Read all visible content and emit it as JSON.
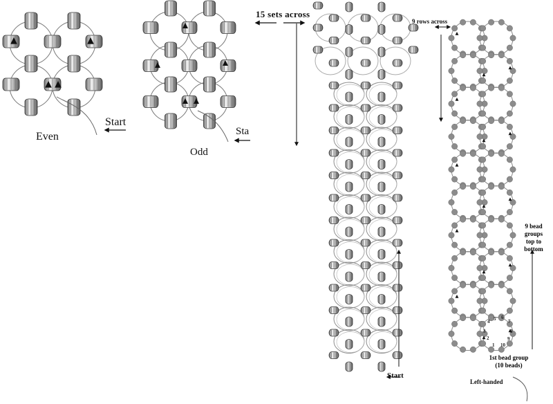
{
  "diagrams": {
    "even": {
      "label": "Even",
      "start": "Start"
    },
    "odd": {
      "label": "Odd",
      "start": "Sta"
    },
    "strip": {
      "across": "15 sets across",
      "start": "Start"
    },
    "lefthanded": {
      "rows": "9 rows across",
      "groups_lines": [
        "9 bead",
        "groups",
        "top to",
        "bottom"
      ],
      "first_lines": [
        "1st bead group",
        "(10 beads)"
      ],
      "caption": "Left-handed",
      "bead_numbers": [
        "1",
        "2",
        "3",
        "4",
        "5",
        "6",
        "7",
        "8",
        "9",
        "10"
      ]
    }
  },
  "colors": {
    "ink": "#111111",
    "thread": "#8a8a8a",
    "bead_grey": "#8c8c8c",
    "bead_light": "#e8e8e8"
  }
}
